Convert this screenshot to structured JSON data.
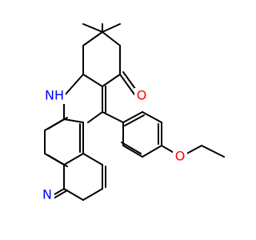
{
  "atoms": {
    "nh": {
      "text": "NH",
      "color": "#0000ff"
    },
    "o_carbonyl": {
      "text": "O",
      "color": "#ff0000"
    },
    "n_pyridine": {
      "text": "N",
      "color": "#0000ff"
    },
    "o_ether": {
      "text": "O",
      "color": "#ff0000"
    }
  },
  "colors": {
    "bond": "#000000",
    "nitrogen": "#0000ff",
    "oxygen": "#ff0000"
  }
}
